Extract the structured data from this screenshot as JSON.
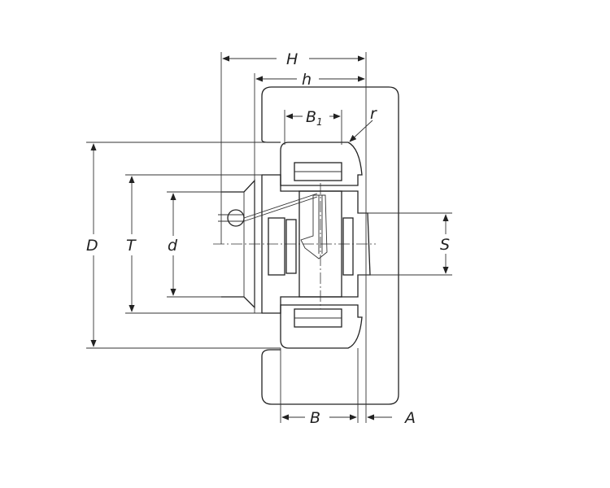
{
  "drawing": {
    "labels": {
      "H": "H",
      "h": "h",
      "B1_main": "B",
      "B1_sub": "1",
      "r": "r",
      "D": "D",
      "T": "T",
      "d": "d",
      "S": "S",
      "B": "B",
      "A": "A"
    },
    "line_color": "#222222"
  }
}
